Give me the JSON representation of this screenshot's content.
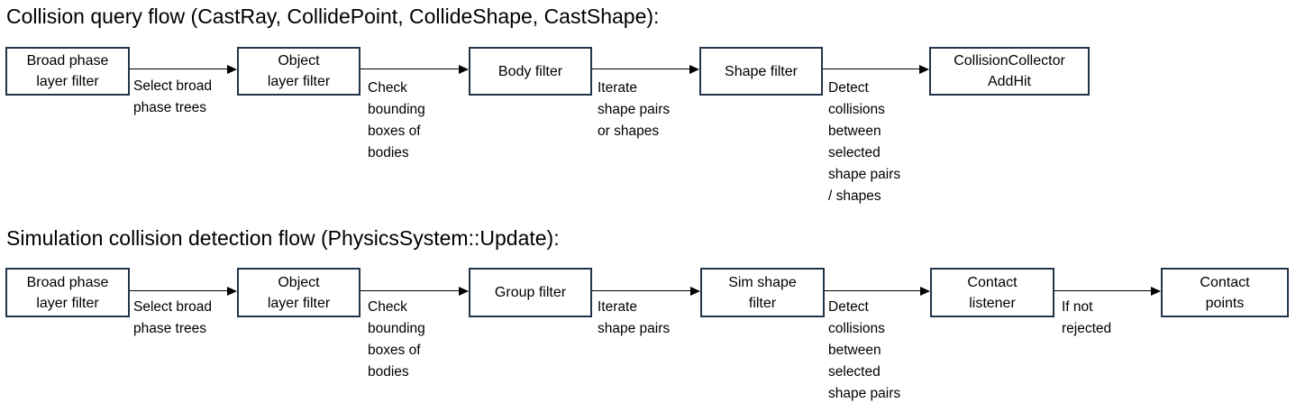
{
  "colors": {
    "box_border": "#22344a",
    "text": "#000000",
    "arrow": "#000000",
    "background": "#ffffff"
  },
  "flows": [
    {
      "title": "Collision query flow (CastRay, CollidePoint, CollideShape, CastShape):",
      "nodes": [
        {
          "label": "Broad phase\nlayer filter"
        },
        {
          "label": "Object\nlayer filter"
        },
        {
          "label": "Body filter"
        },
        {
          "label": "Shape filter"
        },
        {
          "label": "CollisionCollector\nAddHit"
        }
      ],
      "edges": [
        {
          "label": "Select broad\nphase trees"
        },
        {
          "label": "Check\nbounding\nboxes of\nbodies"
        },
        {
          "label": "Iterate\nshape pairs\nor shapes"
        },
        {
          "label": "Detect\ncollisions\nbetween\nselected\nshape pairs\n/ shapes"
        }
      ]
    },
    {
      "title": "Simulation collision detection flow (PhysicsSystem::Update):",
      "nodes": [
        {
          "label": "Broad phase\nlayer filter"
        },
        {
          "label": "Object\nlayer filter"
        },
        {
          "label": "Group filter"
        },
        {
          "label": "Sim shape\nfilter"
        },
        {
          "label": "Contact\nlistener"
        },
        {
          "label": "Contact\npoints"
        }
      ],
      "edges": [
        {
          "label": "Select broad\nphase trees"
        },
        {
          "label": "Check\nbounding\nboxes of\nbodies"
        },
        {
          "label": "Iterate\nshape pairs"
        },
        {
          "label": "Detect\ncollisions\nbetween\nselected\nshape pairs"
        },
        {
          "label": "If not\nrejected"
        }
      ]
    }
  ]
}
